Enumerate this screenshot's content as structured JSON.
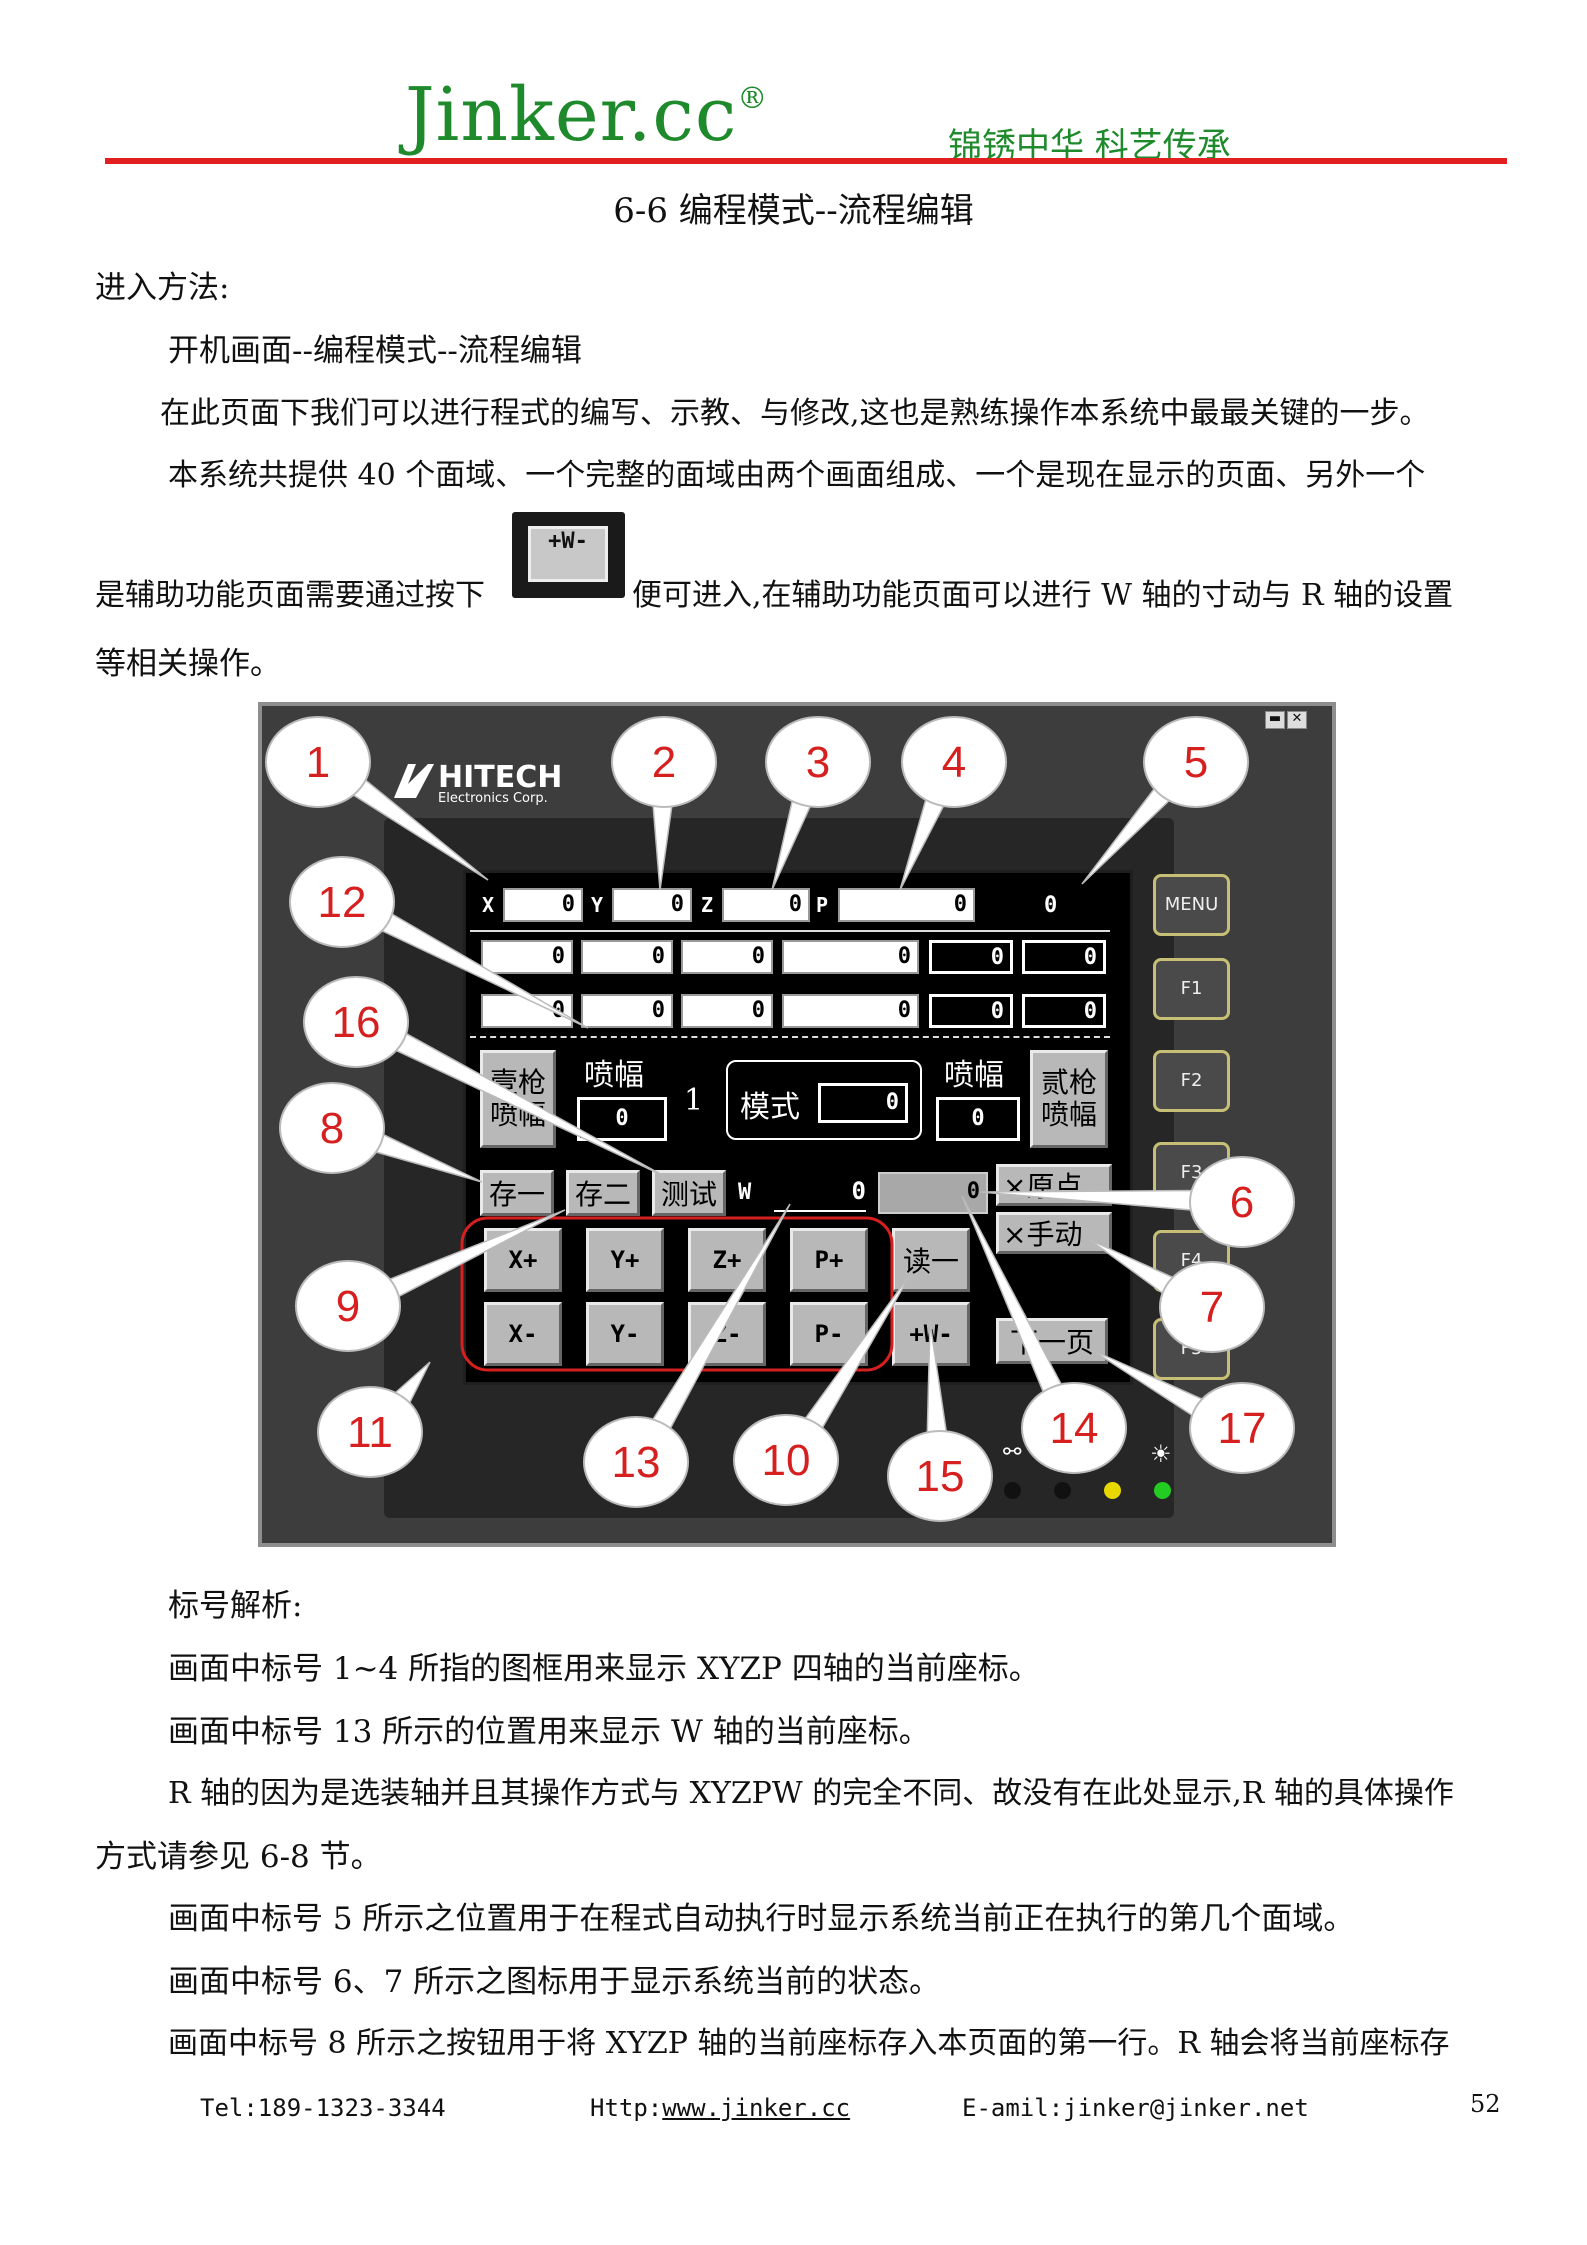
{
  "header": {
    "logo": "Jinker.cc",
    "registered": "®",
    "slogan": "锦锈中华 科艺传承"
  },
  "page_title": "6-6 编程模式--流程编辑",
  "intro": {
    "enter_method": "进入方法:",
    "path": "开机画面--编程模式--流程编辑",
    "p1": "在此页面下我们可以进行程式的编写、示教、与修改,这也是熟练操作本系统中最最关键的一步。",
    "p2": "本系统共提供 40 个面域、一个完整的面域由两个画面组成、一个是现在显示的页面、另外一个",
    "p3a": "是辅助功能页面需要通过按下",
    "w_button_label": "+W-",
    "p3b": "便可进入,在辅助功能页面可以进行 W 轴的寸动与 R 轴的设置",
    "p4": "等相关操作。"
  },
  "hmi": {
    "brand": "HITECH",
    "brand_sub": "Electronics Corp.",
    "win_controls": [
      "▬",
      "✕"
    ],
    "axis_labels": [
      "X",
      "Y",
      "Z",
      "P"
    ],
    "axis_values": [
      "0",
      "0",
      "0",
      "0"
    ],
    "area_no": "0",
    "row1": [
      "0",
      "0",
      "0",
      "0",
      "0",
      "0"
    ],
    "row2": [
      "0",
      "0",
      "0",
      "0",
      "0",
      "0"
    ],
    "gun1_button": "壹枪喷幅",
    "spray_label_1": "喷幅",
    "spray_value_1": "0",
    "gun_no": "1",
    "mode_label": "模式",
    "mode_value": "0",
    "spray_label_2": "喷幅",
    "spray_value_2": "0",
    "gun2_button": "贰枪喷幅",
    "save1": "存一",
    "save2": "存二",
    "test": "测试",
    "w_label": "W",
    "w_value": "0",
    "status_value": "0",
    "origin_status": "×原点",
    "manual_status": "×手动",
    "jog_plus": [
      "X+",
      "Y+",
      "Z+",
      "P+"
    ],
    "jog_minus": [
      "X-",
      "Y-",
      "Z-",
      "P-"
    ],
    "read1": "读一",
    "w_toggle": "+W-",
    "next_page": "下一页",
    "side_buttons": [
      "MENU",
      "F1",
      "F2",
      "F3",
      "F4",
      "F5"
    ]
  },
  "callouts": [
    "1",
    "2",
    "3",
    "4",
    "5",
    "6",
    "7",
    "8",
    "9",
    "10",
    "11",
    "12",
    "13",
    "14",
    "15",
    "16",
    "17"
  ],
  "colors": {
    "logo_green": "#1e8a2c",
    "header_red": "#e32020",
    "callout_red": "#d61f1f"
  },
  "body": {
    "label_heading": "标号解析:",
    "l1": "画面中标号 1~4 所指的图框用来显示 XYZP 四轴的当前座标。",
    "l2": "画面中标号 13 所示的位置用来显示 W 轴的当前座标。",
    "l3": "R 轴的因为是选装轴并且其操作方式与 XYZPW 的完全不同、故没有在此处显示,R 轴的具体操作",
    "l4": "方式请参见 6-8 节。",
    "l5": "画面中标号 5 所示之位置用于在程式自动执行时显示系统当前正在执行的第几个面域。",
    "l6": "画面中标号 6、7 所示之图标用于显示系统当前的状态。",
    "l7": "画面中标号 8 所示之按钮用于将 XYZP 轴的当前座标存入本页面的第一行。R 轴会将当前座标存"
  },
  "footer": {
    "tel": "Tel:189-1323-3344",
    "http_label": "Http:",
    "http_url": "www.jinker.cc",
    "email": "E-amil:jinker@jinker.net",
    "page": "52"
  }
}
